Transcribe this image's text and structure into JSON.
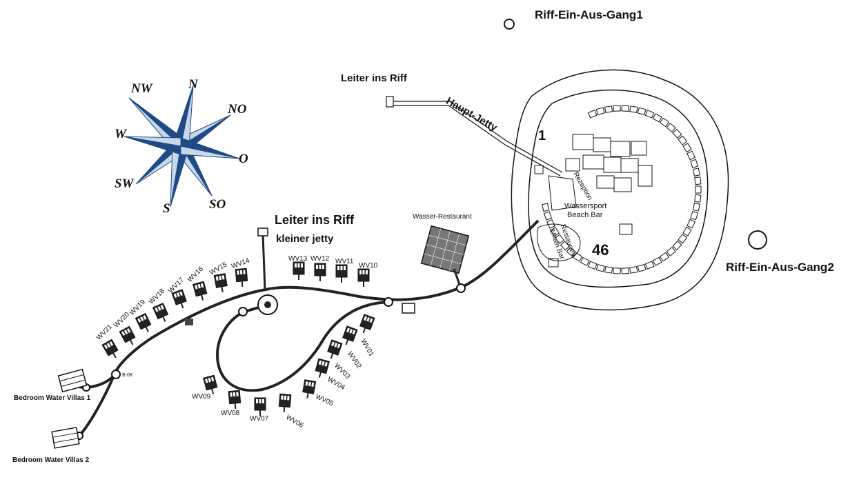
{
  "compass": {
    "n": "N",
    "nw": "NW",
    "no": "NO",
    "w": "W",
    "o": "O",
    "sw": "SW",
    "s": "S",
    "so": "SO",
    "dark_color": "#1e4a86",
    "light_color": "#c9d7ea"
  },
  "labels": {
    "riff_gang1": "Riff-Ein-Aus-Gang1",
    "riff_gang2": "Riff-Ein-Aus-Gang2",
    "leiter_top": "Leiter ins Riff",
    "haupt_jetty": "Haupt-Jetty",
    "leiter_mid": "Leiter ins Riff",
    "kleiner_jetty": "kleiner jetty",
    "wasser_restaurant": "Wasser-Restaurant",
    "rezeption": "Rezeption",
    "wassersport": "Wassersport",
    "beach_bar": "Beach Bar",
    "restaurant": "Restaurant",
    "main_bar": "&Main Bar",
    "num_1": "1",
    "num_46": "46",
    "small_code": "B-08",
    "bwv1": "Bedroom Water Villas 1",
    "bwv2": "Bedroom Water Villas 2"
  },
  "villas_outer": [
    "WV21",
    "WV20",
    "WV19",
    "WV18",
    "WV17",
    "WV16",
    "WV15",
    "WV14",
    "WV13",
    "WV12",
    "WV11",
    "WV10"
  ],
  "villas_inner": [
    "WV01",
    "WV02",
    "WV03",
    "WV04",
    "WV05",
    "WV06",
    "WV07",
    "WV08",
    "WV09"
  ]
}
